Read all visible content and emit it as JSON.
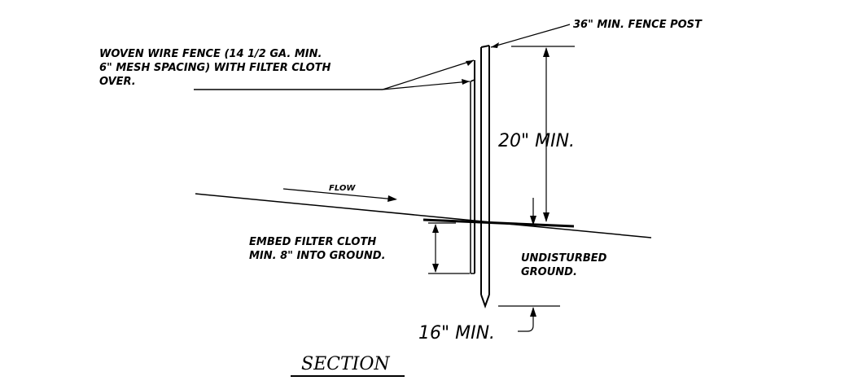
{
  "drawing": {
    "title": "SECTION",
    "labels": {
      "fence_post": "36\" MIN. FENCE POST",
      "woven_wire_line1": "WOVEN WIRE FENCE (14 1/2 GA. MIN.",
      "woven_wire_line2": "6\" MESH SPACING) WITH FILTER CLOTH",
      "woven_wire_line3": "OVER.",
      "flow": "FLOW",
      "embed_line1": "EMBED FILTER CLOTH",
      "embed_line2": "MIN. 8\" INTO GROUND.",
      "undisturbed_line1": "UNDISTURBED",
      "undisturbed_line2": "GROUND."
    },
    "dimensions": {
      "above_ground": "20\" MIN.",
      "below_ground": "16\" MIN."
    }
  },
  "colors": {
    "line": "#000000",
    "background": "#ffffff"
  }
}
